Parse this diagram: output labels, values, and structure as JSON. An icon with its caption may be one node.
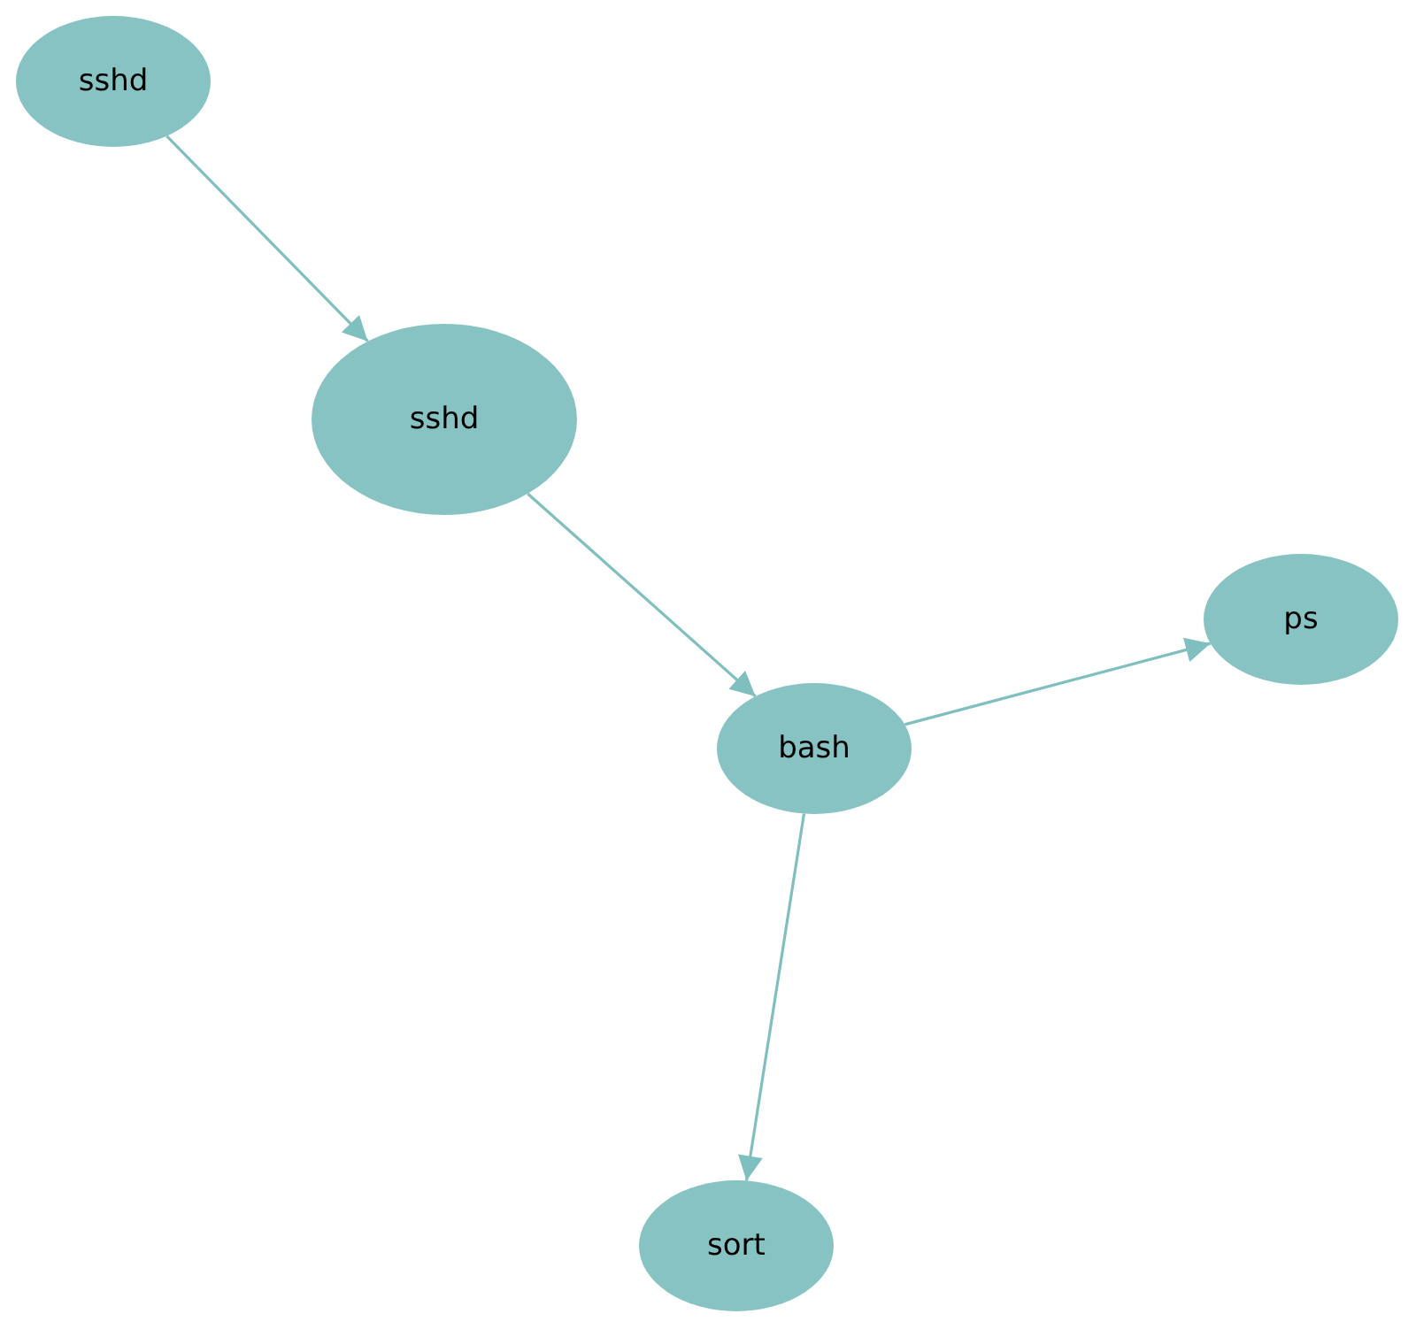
{
  "diagram": {
    "nodes": [
      {
        "text": [
          "sshd"
        ]
      },
      {
        "text": [
          "sshd"
        ]
      },
      {
        "text": [
          "bash"
        ]
      },
      {
        "text": [
          "ps"
        ]
      },
      {
        "text": [
          "sort"
        ]
      }
    ],
    "edges": [
      {
        "from": 0,
        "to": 1,
        "arrow": "to"
      },
      {
        "from": 1,
        "to": 2,
        "arrow": "to"
      },
      {
        "from": 2,
        "to": 3,
        "arrow": "to"
      },
      {
        "from": 2,
        "to": 4,
        "arrow": "to"
      }
    ]
  }
}
